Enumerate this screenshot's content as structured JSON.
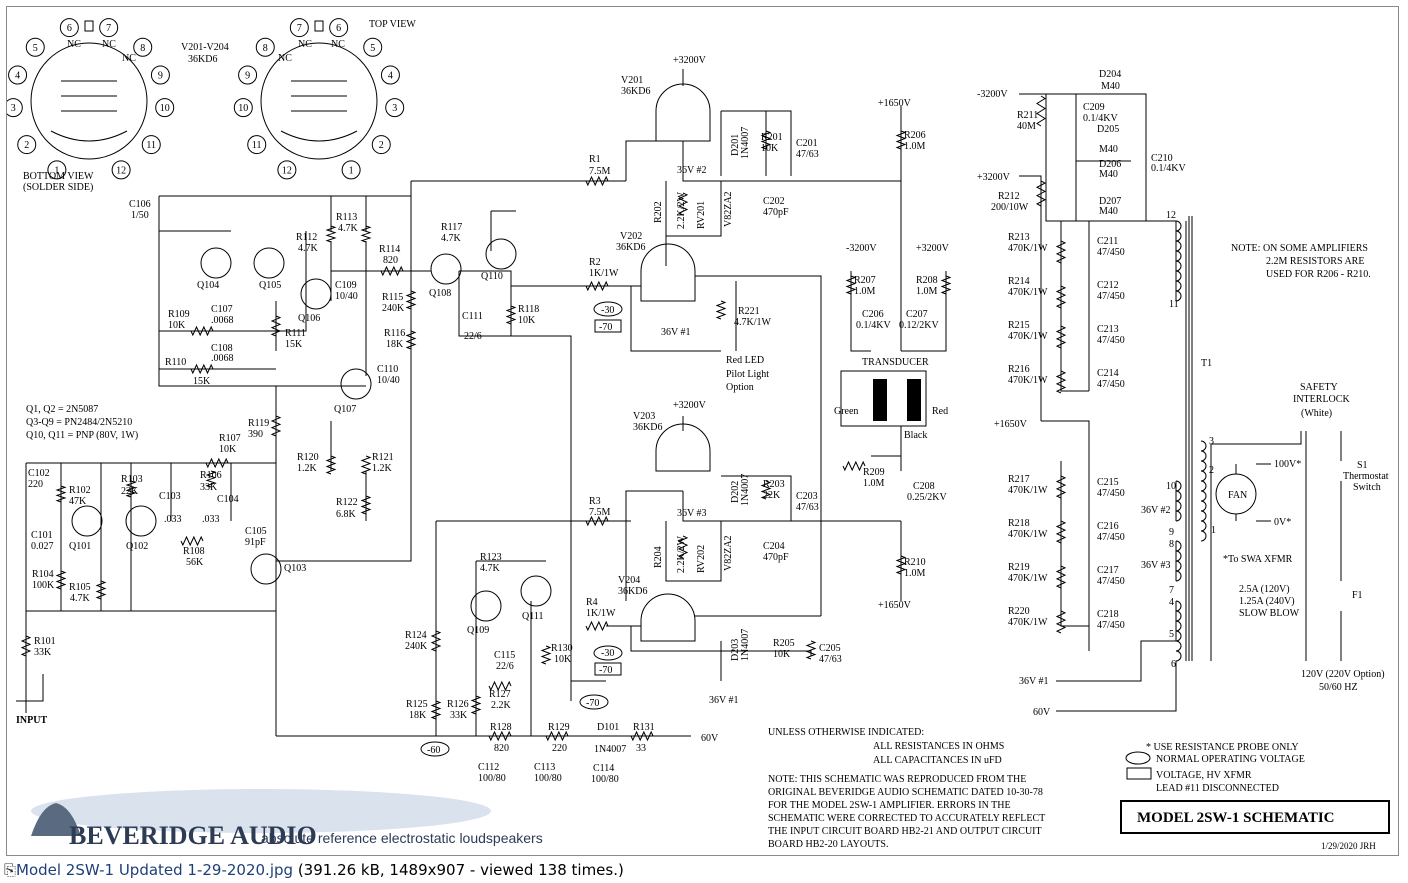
{
  "tubes_label": {
    "model": "V201-V204",
    "type": "36KD6"
  },
  "bottom_view": {
    "title": "BOTTOM VIEW",
    "sub": "(SOLDER SIDE)"
  },
  "top_view": {
    "title": "TOP VIEW"
  },
  "pins_bottom": [
    "6",
    "7",
    "5",
    "8",
    "4",
    "9",
    "3",
    "10",
    "2",
    "11",
    "1",
    "12"
  ],
  "pins_top": [
    "7",
    "6",
    "8",
    "5",
    "9",
    "4",
    "10",
    "3",
    "11",
    "2",
    "12",
    "1"
  ],
  "nc": "NC",
  "supplies": {
    "p3200": "+3200V",
    "p1650": "+1650V",
    "m3200": "-3200V",
    "m3200b": "-3200V",
    "p3200b": "+3200V",
    "p1650b": "+1650V",
    "v60": "60V",
    "v36_1": "36V #1",
    "v36_2": "36V #2",
    "v36_3": "36V #3"
  },
  "tubes": {
    "v201": {
      "name": "V201",
      "type": "36KD6"
    },
    "v202": {
      "name": "V202",
      "type": "36KD6"
    },
    "v203": {
      "name": "V203",
      "type": "36KD6"
    },
    "v204": {
      "name": "V204",
      "type": "36KD6"
    }
  },
  "parts": {
    "c106": "C106",
    "c106v": "1/50",
    "q104": "Q104",
    "q105": "Q105",
    "q106": "Q106",
    "q107": "Q107",
    "q108": "Q108",
    "q110": "Q110",
    "q101": "Q101",
    "q102": "Q102",
    "q103": "Q103",
    "q109": "Q109",
    "q111": "Q111",
    "r113": "R113",
    "r113v": "4.7K",
    "r112": "R112",
    "r112v": "4.7K",
    "r114": "R114",
    "r114v": "820",
    "r115": "R115",
    "r115v": "240K",
    "r116": "R116",
    "r116v": "18K",
    "r117": "R117",
    "r117v": "4.7K",
    "r118": "R118",
    "r118v": "10K",
    "c111": "C111",
    "c111v": "22/6",
    "c109": "C109",
    "c109v": "10/40",
    "r109": "R109",
    "r109v": "10K",
    "c107": "C107",
    "c107v": ".0068",
    "c108": "C108",
    "c108v": ".0068",
    "r111": "R111",
    "r111v": "15K",
    "r110": "R110",
    "r110v": "15K",
    "c110": "C110",
    "c110v": "10/40",
    "r119": "R119",
    "r119v": "390",
    "r107": "R107",
    "r107v": "10K",
    "r120": "R120",
    "r120v": "1.2K",
    "r121": "R121",
    "r121v": "1.2K",
    "r122": "R122",
    "r122v": "6.8K",
    "c102": "C102",
    "c102v": "220",
    "r102": "R102",
    "r102v": "47K",
    "r103": "R103",
    "r103v": "22K",
    "r106": "R106",
    "r106v": "33K",
    "c103": "C103",
    "c103v": ".033",
    "c104": "C104",
    "c104v": ".033",
    "c101": "C101",
    "c101v": "0.027",
    "r108": "R108",
    "r108v": "56K",
    "c105": "C105",
    "c105v": "91pF",
    "r104": "R104",
    "r104v": "100K",
    "r105": "R105",
    "r105v": "4.7K",
    "r101": "R101",
    "r101v": "33K",
    "r124": "R124",
    "r124v": "240K",
    "r125": "R125",
    "r125v": "18K",
    "r126": "R126",
    "r126v": "33K",
    "r123": "R123",
    "r123v": "4.7K",
    "c115": "C115",
    "c115v": "22/6",
    "r127": "R127",
    "r127v": "2.2K",
    "r130": "R130",
    "r130v": "10K",
    "r128": "R128",
    "r128v": "820",
    "r129": "R129",
    "r129v": "220",
    "d101": "D101",
    "d101v": "1N4007",
    "r131": "R131",
    "r131v": "33",
    "c112": "C112",
    "c112v": "100/80",
    "c113": "C113",
    "c113v": "100/80",
    "c114": "C114",
    "c114v": "100/80",
    "r1": "R1",
    "r1v": "7.5M",
    "r2": "R2",
    "r2v": "1K/1W",
    "r3": "R3",
    "r3v": "7.5M",
    "r4": "R4",
    "r4v": "1K/1W",
    "d201": "D201",
    "d201v": "1N4007",
    "r201": "R201",
    "r201v": "10K",
    "c201": "C201",
    "c201v": "47/63",
    "r202": "R202",
    "r202v": "2.2K/2W",
    "rv201": "RV201",
    "rv201v": "V82ZA2",
    "c202": "C202",
    "c202v": "470pF",
    "r221": "R221",
    "r221v": "4.7K/1W",
    "d202": "D202",
    "d202v": "1N4007",
    "r203": "R203",
    "r203v": "22K",
    "c203": "C203",
    "c203v": "47/63",
    "r204": "R204",
    "r204v": "2.2K/2W",
    "rv202": "RV202",
    "rv202v": "V82ZA2",
    "c204": "C204",
    "c204v": "470pF",
    "d203": "D203",
    "d203v": "1N4007",
    "r205": "R205",
    "r205v": "10K",
    "c205": "C205",
    "c205v": "47/63",
    "r206": "R206",
    "r206v": "1.0M",
    "r207": "R207",
    "r207v": "1.0M",
    "r208": "R208",
    "r208v": "1.0M",
    "c206": "C206",
    "c206v": "0.1/4KV",
    "c207": "C207",
    "c207v": "0.12/2KV",
    "r209": "R209",
    "r209v": "1.0M",
    "c208": "C208",
    "c208v": "0.25/2KV",
    "r210": "R210",
    "r210v": "1.0M",
    "r211": "R211",
    "r211v": "40M",
    "c209": "C209",
    "c209v": "0.1/4KV",
    "d204": "D204",
    "d204v": "M40",
    "d205": "D205",
    "d205v": "M40",
    "d206": "D206",
    "d206v": "M40",
    "d207": "D207",
    "d207v": "M40",
    "c210": "C210",
    "c210v": "0.1/4KV",
    "r212": "R212",
    "r212v": "200/10W",
    "r213": "R213",
    "r214": "R214",
    "r215": "R215",
    "r216": "R216",
    "r217": "R217",
    "r218": "R218",
    "r219": "R219",
    "r220": "R220",
    "rbig": "470K/1W",
    "c211": "C211",
    "c212": "C212",
    "c213": "C213",
    "c214": "C214",
    "c215": "C215",
    "c216": "C216",
    "c217": "C217",
    "c218": "C218",
    "cbig": "47/450",
    "t1": "T1",
    "fan": "FAN",
    "s1": "S1",
    "s1desc1": "Thermostat",
    "s1desc2": "Switch",
    "f1": "F1"
  },
  "transistor_types": {
    "line1": "Q1, Q2 = 2N5087",
    "line2": "Q3-Q9 = PN2484/2N5210",
    "line3": "Q10, Q11 = PNP (80V, 1W)"
  },
  "input_label": "INPUT",
  "voltages": {
    "m30a": "-30",
    "m70a": "-70",
    "m30b": "-30",
    "m70b": "-70",
    "m70c": "-70",
    "m60": "-60"
  },
  "led": {
    "name": "Red LED",
    "l2": "Pilot Light",
    "l3": "Option"
  },
  "transducer": {
    "title": "TRANSDUCER",
    "green": "Green",
    "red": "Red",
    "black": "Black"
  },
  "note_r206": {
    "l1": "NOTE:  ON SOME AMPLIFIERS",
    "l2": "2.2M RESISTORS ARE",
    "l3": "USED FOR R206 - R210."
  },
  "safety": {
    "l1": "SAFETY",
    "l2": "INTERLOCK",
    "l3": "(White)"
  },
  "xfmr_pins": {
    "p12": "12",
    "p11": "11",
    "p3": "3",
    "p2": "2",
    "p1": "1",
    "p10": "10",
    "p9": "9",
    "p8": "8",
    "p7": "7",
    "p4": "4",
    "p5": "5",
    "p6": "6"
  },
  "fan_taps": {
    "v100": "100V*",
    "v0": "0V*",
    "swa": "*To SWA XFMR"
  },
  "fuse": {
    "l1": "2.5A (120V)",
    "l2": "1.25A (240V)",
    "l3": "SLOW BLOW"
  },
  "mains": {
    "l1": "120V (220V Option)",
    "l2": "50/60 HZ"
  },
  "unless": {
    "l1": "UNLESS OTHERWISE INDICATED:",
    "l2": "ALL RESISTANCES IN OHMS",
    "l3": "ALL CAPACITANCES IN uFD"
  },
  "note_repro": {
    "l1": "NOTE:  THIS SCHEMATIC WAS REPRODUCED FROM THE",
    "l2": "ORIGINAL BEVERIDGE AUDIO SCHEMATIC DATED 10-30-78",
    "l3": "FOR THE MODEL 2SW-1 AMPLIFIER.    ERRORS IN THE",
    "l4": "SCHEMATIC WERE CORRECTED TO ACCURATELY REFLECT",
    "l5": "THE INPUT CIRCUIT BOARD HB2-21 AND OUTPUT CIRCUIT",
    "l6": "BOARD HB2-20 LAYOUTS."
  },
  "legend": {
    "l1": "* USE RESISTANCE PROBE ONLY",
    "l2": "NORMAL OPERATING VOLTAGE",
    "l3": "VOLTAGE, HV XFMR",
    "l4": "LEAD #11 DISCONNECTED"
  },
  "title_box": "MODEL 2SW-1 SCHEMATIC",
  "date": "1/29/2020  JRH",
  "logo": {
    "name": "BEVERIDGE AUDIO",
    "tagline": "absolute reference electrostatic loudspeakers"
  },
  "caption": {
    "file": "Model 2SW-1 Updated 1-29-2020.jpg",
    "info": " (391.26 kB, 1489x907 - viewed 138 times.)"
  }
}
